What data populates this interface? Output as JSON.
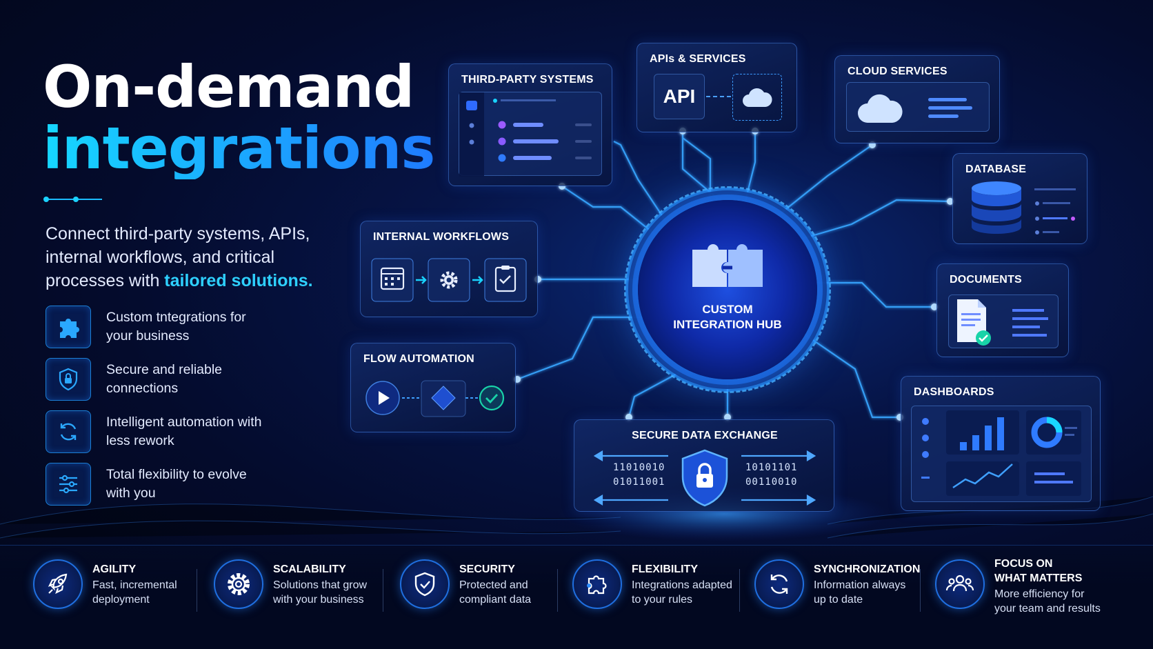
{
  "headline": {
    "line1": "On-demand",
    "line2": "integrations"
  },
  "subtitle": {
    "text": "Connect third-party systems, APIs, internal workflows, and critical processes with ",
    "highlight": "tailored solutions."
  },
  "features": [
    {
      "icon": "puzzle-icon",
      "text": "Custom tntegrations for your business"
    },
    {
      "icon": "shield-lock-icon",
      "text": "Secure and reliable connections"
    },
    {
      "icon": "sync-icon",
      "text": "Intelligent automation with less rework"
    },
    {
      "icon": "sliders-icon",
      "text": "Total flexibility to evolve with you"
    }
  ],
  "hub": {
    "label_line1": "CUSTOM",
    "label_line2": "INTEGRATION HUB"
  },
  "cards": {
    "third_party": {
      "title": "THIRD-PARTY SYSTEMS"
    },
    "apis": {
      "title": "APIs & SERVICES",
      "api_label": "API"
    },
    "cloud": {
      "title": "CLOUD SERVICES"
    },
    "database": {
      "title": "DATABASE"
    },
    "documents": {
      "title": "DOCUMENTS"
    },
    "dashboards": {
      "title": "DASHBOARDS"
    },
    "internal_workflows": {
      "title": "INTERNAL WORKFLOWS"
    },
    "flow_automation": {
      "title": "FLOW AUTOMATION"
    },
    "secure_exchange": {
      "title": "SECURE DATA EXCHANGE",
      "left_bits_1": "11010010",
      "left_bits_2": "01011001",
      "right_bits_1": "10101101",
      "right_bits_2": "00110010"
    }
  },
  "benefits": [
    {
      "icon": "rocket-icon",
      "title": "AGILITY",
      "desc1": "Fast, incremental",
      "desc2": "deployment"
    },
    {
      "icon": "gear-icon",
      "title": "SCALABILITY",
      "desc1": "Solutions that grow",
      "desc2": "with your business"
    },
    {
      "icon": "shield-check-icon",
      "title": "SECURITY",
      "desc1": "Protected and",
      "desc2": "compliant data"
    },
    {
      "icon": "puzzle-icon",
      "title": "FLEXIBILITY",
      "desc1": "Integrations adapted",
      "desc2": "to your rules"
    },
    {
      "icon": "sync-icon",
      "title": "SYNCHRONIZATION",
      "desc1": "Information always",
      "desc2": "up to date"
    },
    {
      "icon": "team-icon",
      "title": "FOCUS ON",
      "title2": "WHAT MATTERS",
      "desc1": "More efficiency for",
      "desc2": "your team and results"
    }
  ],
  "colors": {
    "accent_cyan": "#16d7ff",
    "accent_blue": "#1f7bff",
    "background": "#040b2c",
    "check_green": "#19d3a8"
  }
}
